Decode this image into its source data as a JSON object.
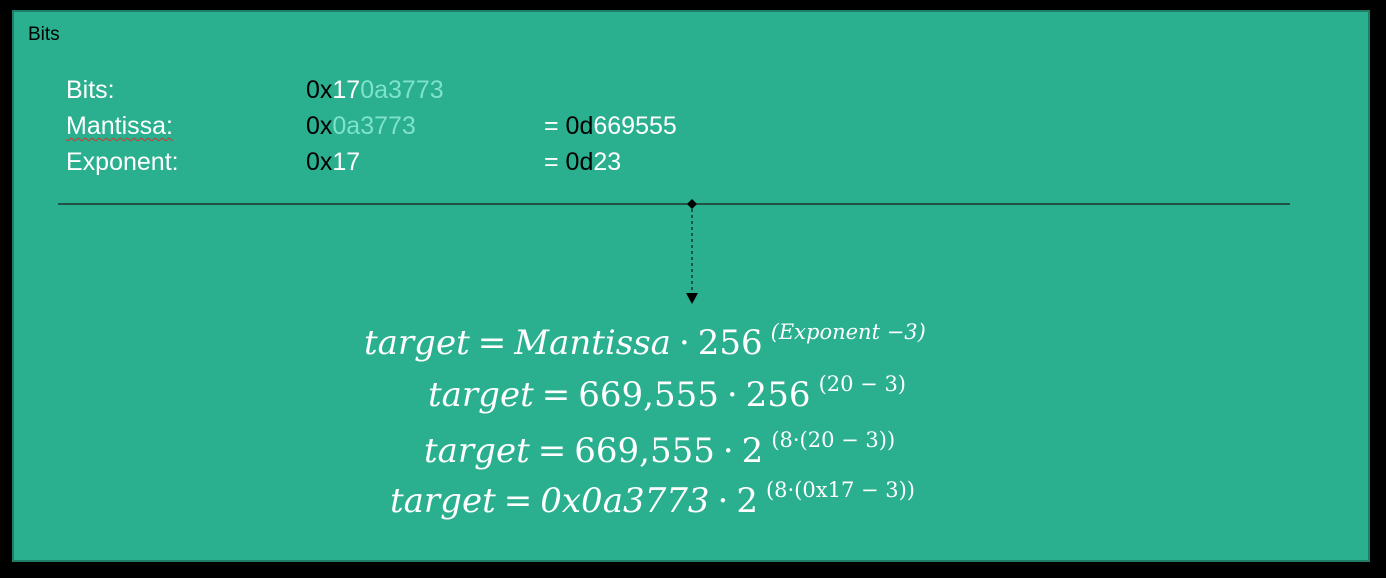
{
  "title": "Bits",
  "rows": [
    {
      "label": "Bits:",
      "hex_prefix": "0x",
      "hex_a": "17",
      "hex_b": "0a3773",
      "dec_prefix": "",
      "dec_tag": "",
      "dec_value": ""
    },
    {
      "label": "Mantissa:",
      "hex_prefix": "0x",
      "hex_a": "",
      "hex_b": "0a3773",
      "dec_prefix": "= ",
      "dec_tag": "0d",
      "dec_value": "669555"
    },
    {
      "label": "Exponent:",
      "hex_prefix": "0x",
      "hex_a": "17",
      "hex_b": "",
      "dec_prefix": "= ",
      "dec_tag": "0d",
      "dec_value": "23"
    }
  ],
  "formulas": [
    {
      "lhs": "target",
      "eq": "=",
      "rhs": "Mantissa",
      "dot": "·",
      "base": "256",
      "exp": "(Exponent −3)"
    },
    {
      "lhs": "target",
      "eq": "=",
      "rhs": "669,555",
      "dot": "·",
      "base": "256",
      "exp": "(20 − 3)"
    },
    {
      "lhs": "target",
      "eq": "=",
      "rhs": "669,555",
      "dot": "·",
      "base": "2",
      "exp": "(8·(20 − 3))"
    },
    {
      "lhs": "target",
      "eq": "=",
      "rhs": "0x0a3773",
      "dot": "·",
      "base": "2",
      "exp": "(8·(0x17 − 3))"
    }
  ],
  "colors": {
    "background": "#2aaf8f",
    "text_white": "#ffffff",
    "text_dark": "#000000",
    "text_pale": "#7fe3c8",
    "spellcheck": "#d9322b"
  }
}
